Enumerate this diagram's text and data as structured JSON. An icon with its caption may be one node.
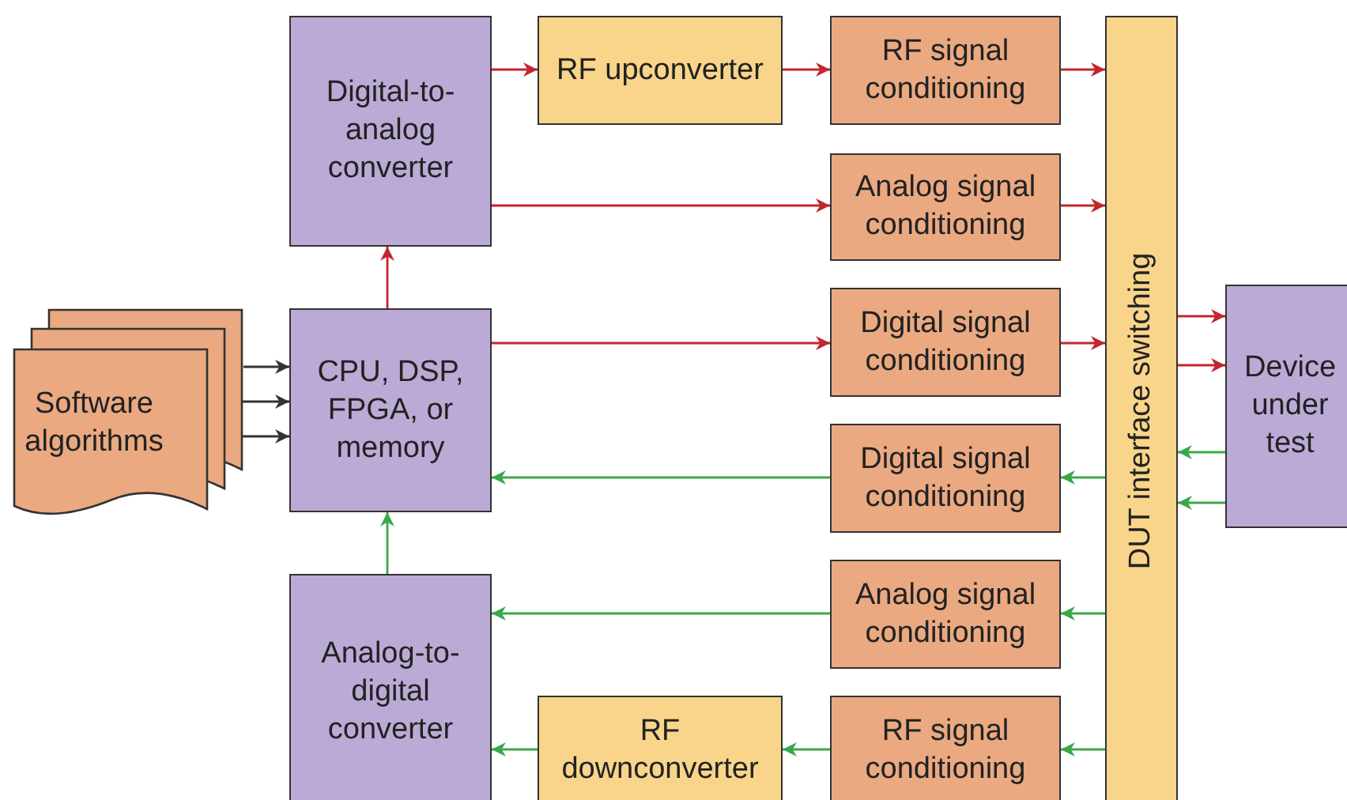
{
  "diagram": {
    "nodes": [
      {
        "text": [
          "Software algorithms"
        ]
      },
      {
        "text": [
          "Digital-to-analog converter"
        ]
      },
      {
        "text": [
          "CPU, DSP, FPGA, or memory"
        ]
      },
      {
        "text": [
          "Analog-to-digital converter"
        ]
      },
      {
        "text": [
          "RF upconverter"
        ]
      },
      {
        "text": [
          "RF signal conditioning"
        ]
      },
      {
        "text": [
          "Analog signal conditioning"
        ]
      },
      {
        "text": [
          "Digital signal conditioning"
        ]
      },
      {
        "text": [
          "Digital signal conditioning"
        ]
      },
      {
        "text": [
          "Analog signal conditioning"
        ]
      },
      {
        "text": [
          "RF downconverter"
        ]
      },
      {
        "text": [
          "RF signal conditioning"
        ]
      },
      {
        "text": [
          "DUT interface switching"
        ]
      },
      {
        "text": [
          "Device under test"
        ]
      }
    ],
    "edges": [
      {
        "from": 0,
        "to": 2,
        "arrow": "to",
        "color": "#333333"
      },
      {
        "from": 0,
        "to": 2,
        "arrow": "to",
        "color": "#333333"
      },
      {
        "from": 0,
        "to": 2,
        "arrow": "to",
        "color": "#333333"
      },
      {
        "from": 2,
        "to": 1,
        "arrow": "to",
        "color": "#c1272d"
      },
      {
        "from": 1,
        "to": 4,
        "arrow": "to",
        "color": "#c1272d"
      },
      {
        "from": 4,
        "to": 5,
        "arrow": "to",
        "color": "#c1272d"
      },
      {
        "from": 5,
        "to": 12,
        "arrow": "to",
        "color": "#c1272d"
      },
      {
        "from": 1,
        "to": 6,
        "arrow": "to",
        "color": "#c1272d"
      },
      {
        "from": 6,
        "to": 12,
        "arrow": "to",
        "color": "#c1272d"
      },
      {
        "from": 2,
        "to": 7,
        "arrow": "to",
        "color": "#c1272d"
      },
      {
        "from": 7,
        "to": 12,
        "arrow": "to",
        "color": "#c1272d"
      },
      {
        "from": 12,
        "to": 13,
        "arrow": "to",
        "color": "#c1272d"
      },
      {
        "from": 12,
        "to": 13,
        "arrow": "to",
        "color": "#c1272d"
      },
      {
        "from": 13,
        "to": 12,
        "arrow": "to",
        "color": "#3aa84a"
      },
      {
        "from": 13,
        "to": 12,
        "arrow": "to",
        "color": "#3aa84a"
      },
      {
        "from": 12,
        "to": 8,
        "arrow": "to",
        "color": "#3aa84a"
      },
      {
        "from": 8,
        "to": 2,
        "arrow": "to",
        "color": "#3aa84a"
      },
      {
        "from": 12,
        "to": 9,
        "arrow": "to",
        "color": "#3aa84a"
      },
      {
        "from": 9,
        "to": 3,
        "arrow": "to",
        "color": "#3aa84a"
      },
      {
        "from": 12,
        "to": 11,
        "arrow": "to",
        "color": "#3aa84a"
      },
      {
        "from": 11,
        "to": 10,
        "arrow": "to",
        "color": "#3aa84a"
      },
      {
        "from": 10,
        "to": 3,
        "arrow": "to",
        "color": "#3aa84a"
      },
      {
        "from": 3,
        "to": 2,
        "arrow": "to",
        "color": "#3aa84a"
      }
    ]
  }
}
